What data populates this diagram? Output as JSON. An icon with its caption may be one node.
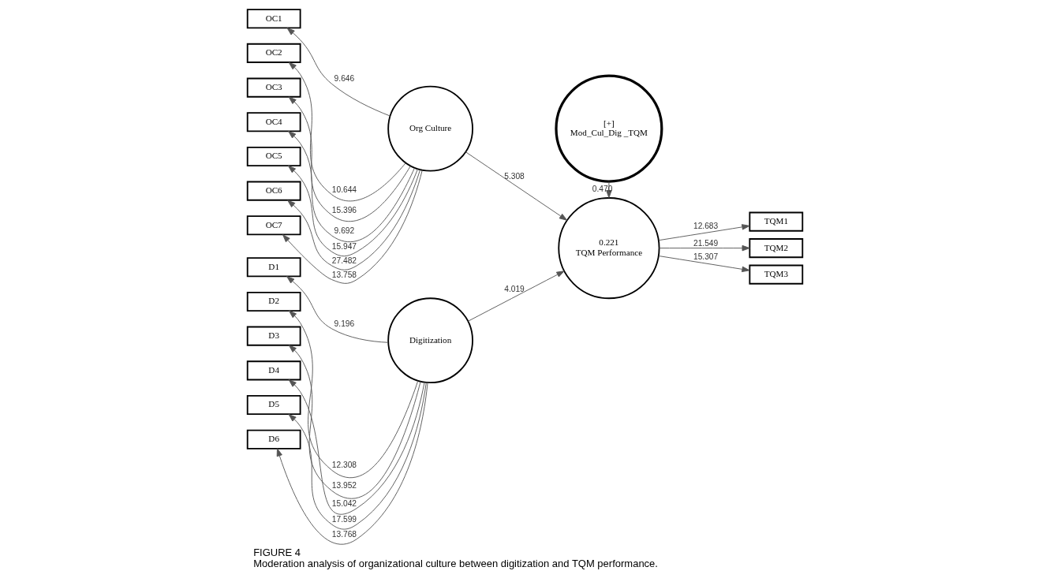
{
  "diagram": {
    "title": "FIGURE 4",
    "caption": "Moderation analysis of organizational culture between digitization and TQM performance.",
    "nodes": [
      {
        "text": [
          "OC1"
        ]
      },
      {
        "text": [
          "OC2"
        ]
      },
      {
        "text": [
          "OC3"
        ]
      },
      {
        "text": [
          "OC4"
        ]
      },
      {
        "text": [
          "OC5"
        ]
      },
      {
        "text": [
          "OC6"
        ]
      },
      {
        "text": [
          "OC7"
        ]
      },
      {
        "text": [
          "Org Culture"
        ]
      },
      {
        "text": [
          "TQM1"
        ]
      },
      {
        "text": [
          "TQM2"
        ]
      },
      {
        "text": [
          "TQM3"
        ]
      },
      {
        "text": [
          "0.221",
          "TQM Performance"
        ]
      },
      {
        "text": [
          "D1"
        ]
      },
      {
        "text": [
          "D2"
        ]
      },
      {
        "text": [
          "D3"
        ]
      },
      {
        "text": [
          "D4"
        ]
      },
      {
        "text": [
          "D5"
        ]
      },
      {
        "text": [
          "D6"
        ]
      },
      {
        "text": [
          "Digitization"
        ]
      },
      {
        "text": [
          "[+]",
          "Mod_Cul_Dig _TQM"
        ]
      }
    ],
    "edges": [
      {
        "from": 7,
        "to": 0,
        "arrow": "to",
        "label": "9.646"
      },
      {
        "from": 7,
        "to": 1,
        "arrow": "to",
        "label": "10.644"
      },
      {
        "from": 7,
        "to": 2,
        "arrow": "to",
        "label": "15.396"
      },
      {
        "from": 7,
        "to": 3,
        "arrow": "to",
        "label": "9.692"
      },
      {
        "from": 7,
        "to": 4,
        "arrow": "to",
        "label": "15.947"
      },
      {
        "from": 7,
        "to": 5,
        "arrow": "to",
        "label": "27.482"
      },
      {
        "from": 7,
        "to": 6,
        "arrow": "to",
        "label": "13.758"
      },
      {
        "from": 7,
        "to": 11,
        "arrow": "to",
        "label": "5.308"
      },
      {
        "from": 11,
        "to": 8,
        "arrow": "to",
        "label": "12.683"
      },
      {
        "from": 11,
        "to": 9,
        "arrow": "to",
        "label": "21.549"
      },
      {
        "from": 11,
        "to": 10,
        "arrow": "to",
        "label": "15.307"
      },
      {
        "from": 18,
        "to": 12,
        "arrow": "to",
        "label": "9.196"
      },
      {
        "from": 18,
        "to": 13,
        "arrow": "to",
        "label": "12.308"
      },
      {
        "from": 18,
        "to": 14,
        "arrow": "to",
        "label": "13.952"
      },
      {
        "from": 18,
        "to": 15,
        "arrow": "to",
        "label": "15.042"
      },
      {
        "from": 18,
        "to": 16,
        "arrow": "to",
        "label": "17.599"
      },
      {
        "from": 18,
        "to": 17,
        "arrow": "to",
        "label": "13.768"
      },
      {
        "from": 18,
        "to": 11,
        "arrow": "to",
        "label": "4.019"
      },
      {
        "from": 19,
        "to": 11,
        "arrow": "to",
        "label": "0.470"
      }
    ]
  }
}
